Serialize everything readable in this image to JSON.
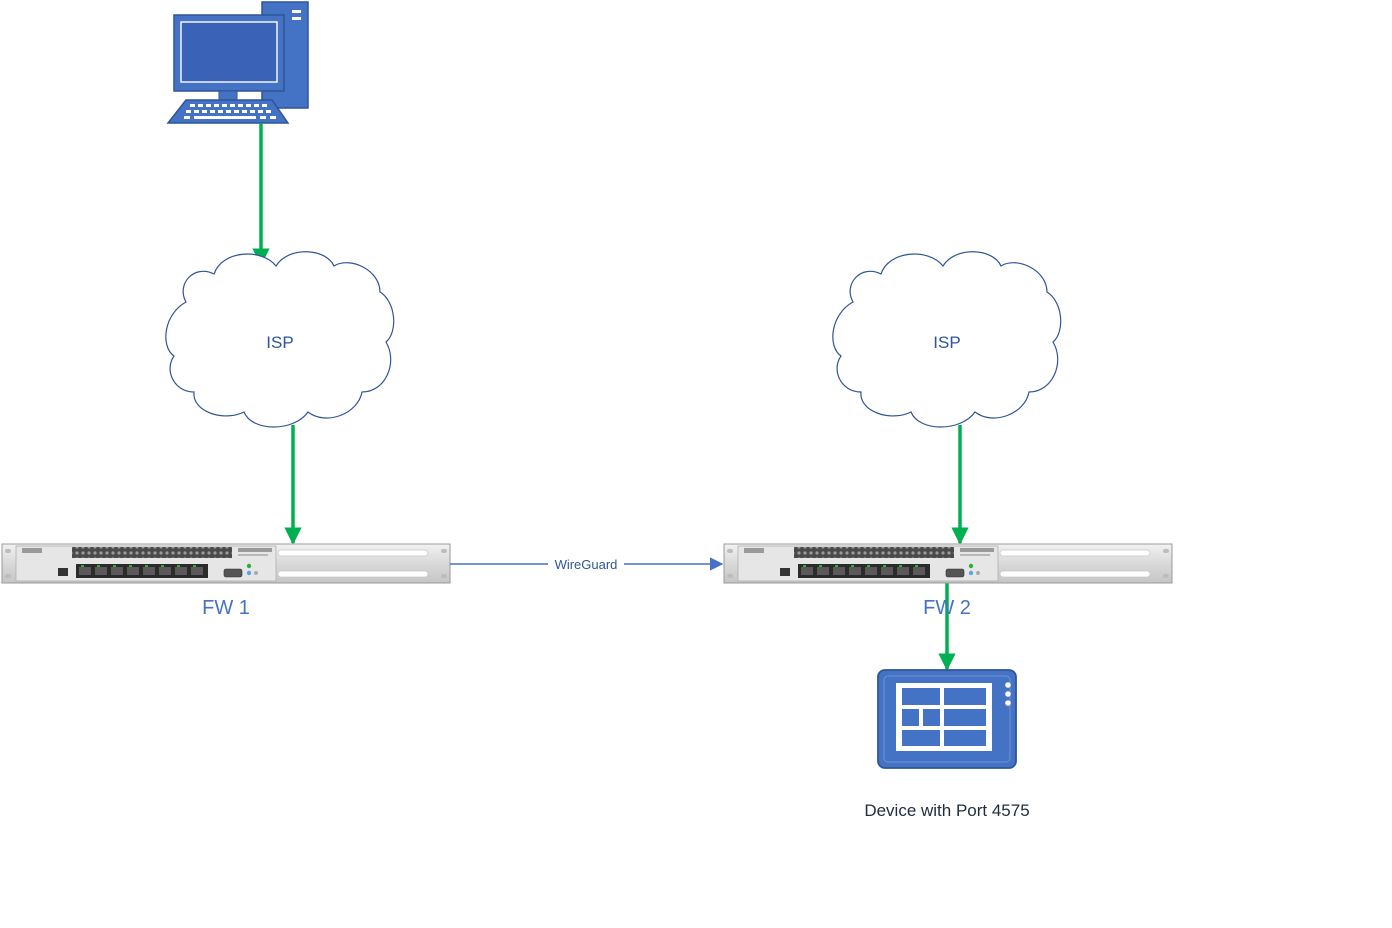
{
  "nodes": {
    "pc": {
      "icon": "desktop-computer-icon"
    },
    "cloud_left": {
      "label": "ISP",
      "icon": "cloud-icon"
    },
    "cloud_right": {
      "label": "ISP",
      "icon": "cloud-icon"
    },
    "fw1": {
      "label": "FW 1",
      "icon": "rack-router-icon"
    },
    "fw2": {
      "label": "FW 2",
      "icon": "rack-router-icon"
    },
    "device": {
      "label": "Device with Port 4575",
      "icon": "tablet-panel-icon"
    }
  },
  "links": {
    "tunnel": {
      "label": "WireGuard"
    }
  },
  "colors": {
    "arrow_green": "#00b050",
    "tunnel_blue": "#4472c4",
    "icon_blue": "#4472c4",
    "icon_dark_blue": "#2f5597",
    "cloud_stroke": "#2f5597",
    "label_blue": "#4472c4"
  }
}
